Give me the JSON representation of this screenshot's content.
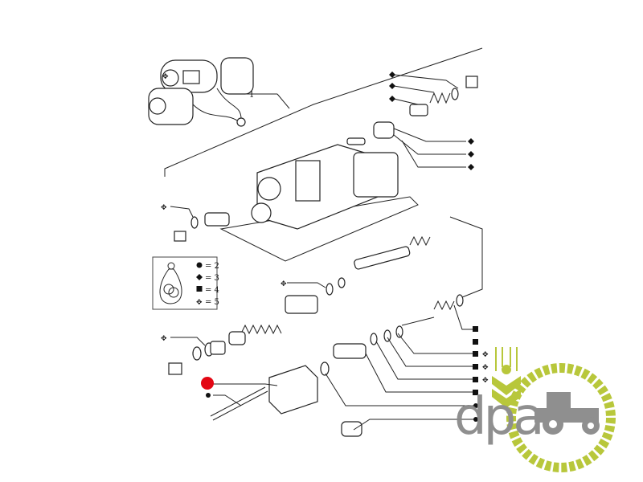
{
  "diagram": {
    "callout_number": "1",
    "legend": {
      "icon": "bag-of-parts-icon",
      "items": [
        {
          "symbol": "circle",
          "text": "= 2"
        },
        {
          "symbol": "diamond",
          "text": "= 3"
        },
        {
          "symbol": "square",
          "text": "= 4"
        },
        {
          "symbol": "four-point-star",
          "text": "= 5"
        }
      ]
    },
    "highlight_color": "#e30613"
  },
  "watermark": {
    "logo_text": "dpa",
    "colors": {
      "green": "#b5c531",
      "grey": "#8a8a8a"
    }
  }
}
